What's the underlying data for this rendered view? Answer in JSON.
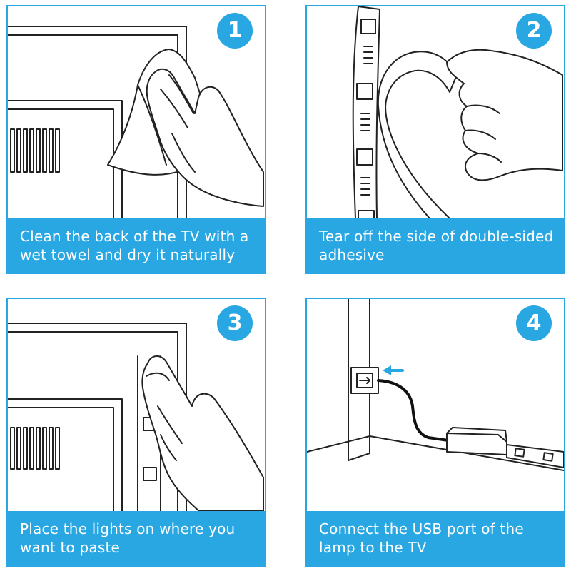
{
  "steps": [
    {
      "number": "1",
      "caption": "Clean the back of the TV with a wet towel and dry it naturally"
    },
    {
      "number": "2",
      "caption": "Tear off the side of double-sided adhesive"
    },
    {
      "number": "3",
      "caption": "Place the lights on where you want to paste"
    },
    {
      "number": "4",
      "caption": "Connect the USB port of the lamp to the TV"
    }
  ],
  "colors": {
    "accent": "#29a7e2",
    "caption_text": "#ffffff",
    "line_art": "#222222"
  },
  "icons": [
    "usb-port-icon",
    "arrow-left-icon"
  ]
}
